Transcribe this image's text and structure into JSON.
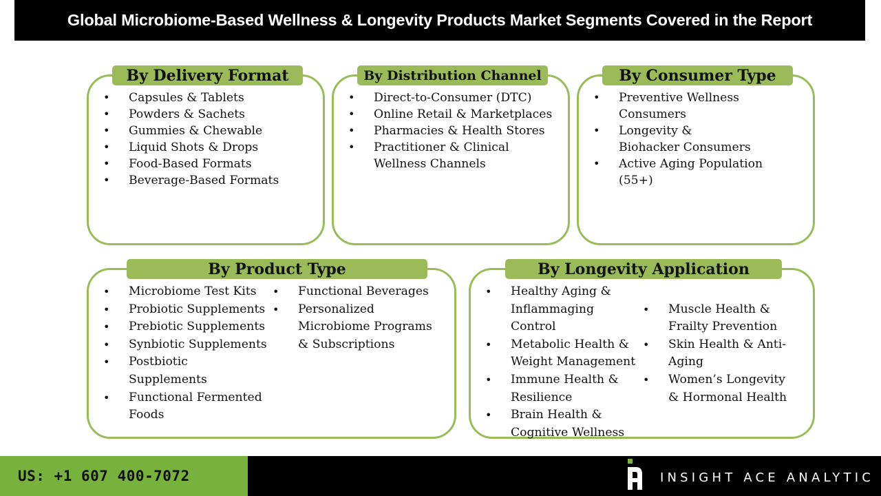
{
  "title": "Global Microbiome-Based Wellness & Longevity Products Market Segments Covered in the Report",
  "colors": {
    "accent_green": "#9bbb59",
    "footer_green": "#77b23c",
    "title_bg": "#000000"
  },
  "segments": [
    {
      "header": "By Delivery Format",
      "items": [
        "Capsules & Tablets",
        "Powders & Sachets",
        "Gummies & Chewable",
        "Liquid Shots & Drops",
        "Food-Based Formats",
        "Beverage-Based Formats"
      ]
    },
    {
      "header": "By Distribution Channel",
      "items": [
        "Direct-to-Consumer (DTC)",
        "Online Retail & Marketplaces",
        "Pharmacies & Health Stores",
        "Practitioner & Clinical Wellness Channels"
      ]
    },
    {
      "header": "By Consumer Type",
      "items": [
        "Preventive Wellness Consumers",
        "Longevity & Biohacker Consumers",
        "Active Aging Population (55+)"
      ]
    },
    {
      "header": "By Product Type",
      "items": [
        "Microbiome Test Kits",
        "Probiotic Supplements",
        "Prebiotic Supplements",
        "Synbiotic Supplements",
        "Postbiotic Supplements",
        "Functional Fermented Foods",
        "Functional Beverages",
        "Personalized Microbiome Programs & Subscriptions"
      ]
    },
    {
      "header": "By Longevity Application",
      "items": [
        "Healthy Aging & Inflammaging Control",
        "Metabolic Health & Weight Management",
        "Immune Health & Resilience",
        "Brain Health & Cognitive Wellness",
        "Muscle Health & Frailty Prevention",
        "Skin Health & Anti-Aging",
        "Women’s Longevity & Hormonal Health"
      ]
    }
  ],
  "footer": {
    "phone": "US: +1 607 400-7072",
    "brand": "INSIGHT ACE ANALYTIC",
    "logo_icon": "insight-ace-logo-icon"
  }
}
